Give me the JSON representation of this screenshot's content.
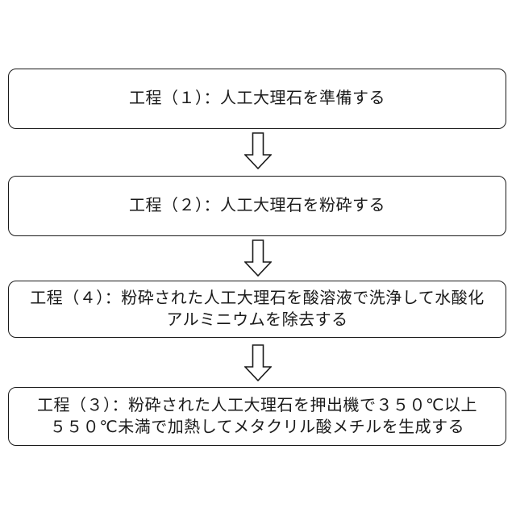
{
  "page": {
    "background_color": "#ffffff"
  },
  "diagram": {
    "type": "flowchart",
    "direction": "top-down",
    "box_border_color": "#1a1a1a",
    "box_fill_color": "#ffffff",
    "text_color": "#1a1a1a",
    "connector_style": "hollow-block-down-arrow",
    "steps": [
      {
        "id": "step-1",
        "lines": [
          "工程（１）：人工大理石を準備する"
        ]
      },
      {
        "id": "step-2",
        "lines": [
          "工程（２）：人工大理石を粉砕する"
        ]
      },
      {
        "id": "step-4",
        "lines": [
          "工程（４）：粉砕された人工大理石を酸溶液で洗浄して水酸化",
          "アルミニウムを除去する"
        ]
      },
      {
        "id": "step-3",
        "lines": [
          "工程（３）：粉砕された人工大理石を押出機で３５０℃以上",
          "５５０℃未満で加熱してメタクリル酸メチルを生成する"
        ]
      }
    ]
  }
}
